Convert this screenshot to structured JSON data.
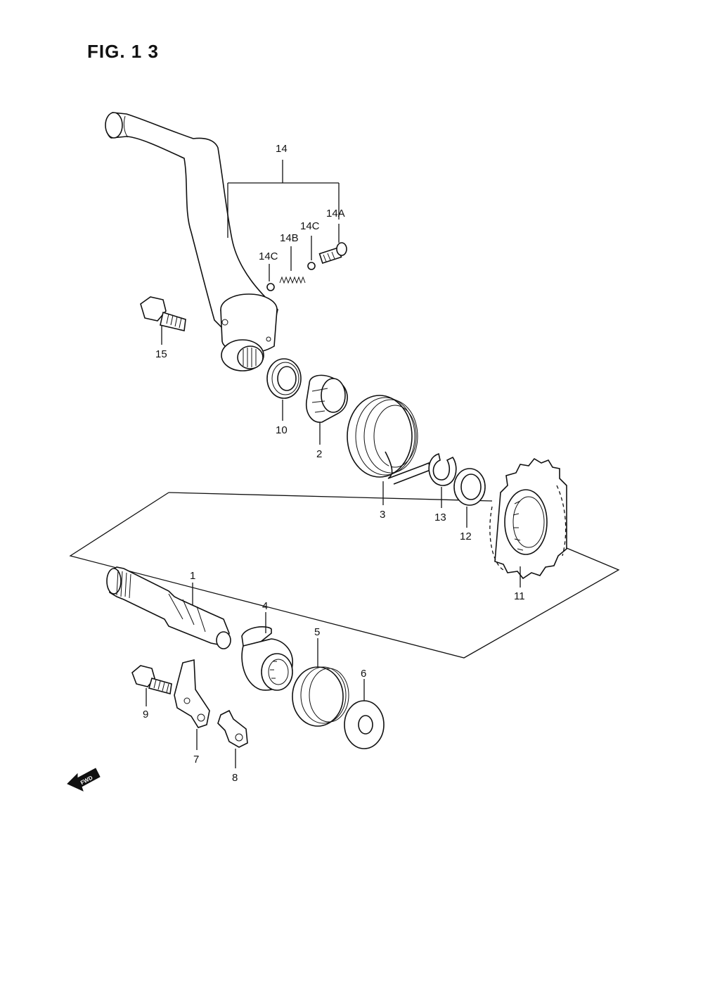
{
  "figure": {
    "title": "FIG. 1 3"
  },
  "labels": {
    "p1": "1",
    "p2": "2",
    "p3": "3",
    "p4": "4",
    "p5": "5",
    "p6": "6",
    "p7": "7",
    "p8": "8",
    "p9": "9",
    "p10": "10",
    "p11": "11",
    "p12": "12",
    "p13": "13",
    "p14": "14",
    "p14a": "14A",
    "p14b": "14B",
    "p14c_left": "14C",
    "p14c_right": "14C",
    "p15": "15"
  },
  "fwd_badge": "FWD",
  "icons": {
    "fwd": "fwd-arrow-icon"
  }
}
